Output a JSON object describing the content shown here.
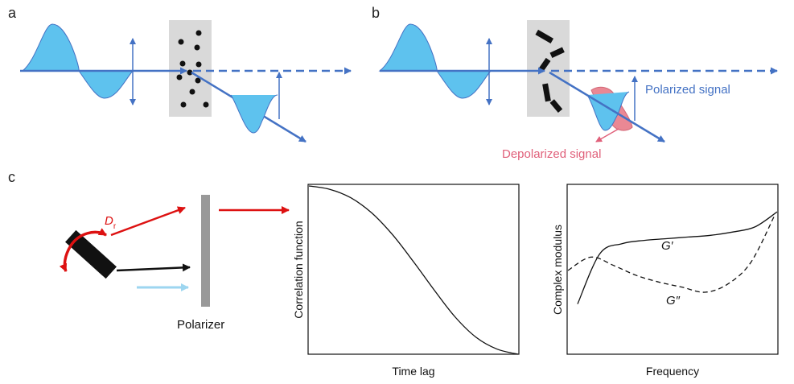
{
  "panels": {
    "a": {
      "letter": "a"
    },
    "b": {
      "letter": "b",
      "polarized_label": "Polarized signal",
      "depolarized_label": "Depolarized signal"
    },
    "c": {
      "letter": "c",
      "rotation_label": "D",
      "rotation_subscript": "r",
      "polarizer_label": "Polarizer"
    }
  },
  "chart_data": [
    {
      "type": "line",
      "title": "",
      "xlabel": "Time lag",
      "ylabel": "Correlation function",
      "series": [
        {
          "values": [
            1.0,
            0.98,
            0.93,
            0.84,
            0.71,
            0.55,
            0.38,
            0.22,
            0.1,
            0.03,
            0.0
          ]
        }
      ]
    },
    {
      "type": "line",
      "title": "",
      "xlabel": "Frequency",
      "ylabel": "Complex modulus",
      "series": [
        {
          "name": "G′",
          "values": [
            0.3,
            0.6,
            0.66,
            0.68,
            0.69,
            0.7,
            0.71,
            0.73,
            0.76,
            0.85
          ]
        },
        {
          "name": "G″",
          "values": [
            0.5,
            0.58,
            0.53,
            0.47,
            0.43,
            0.4,
            0.37,
            0.42,
            0.55,
            0.82
          ]
        }
      ]
    }
  ],
  "colors": {
    "wave_fill": "#5ec2ee",
    "arrow_blue": "#4472c4",
    "depolarized_red": "#e0607a",
    "scatter_red": "#dd1111",
    "sample_gray": "#d9d9d9",
    "polarizer_gray": "#999999",
    "light_blue_arrow": "#9dd6f0"
  }
}
